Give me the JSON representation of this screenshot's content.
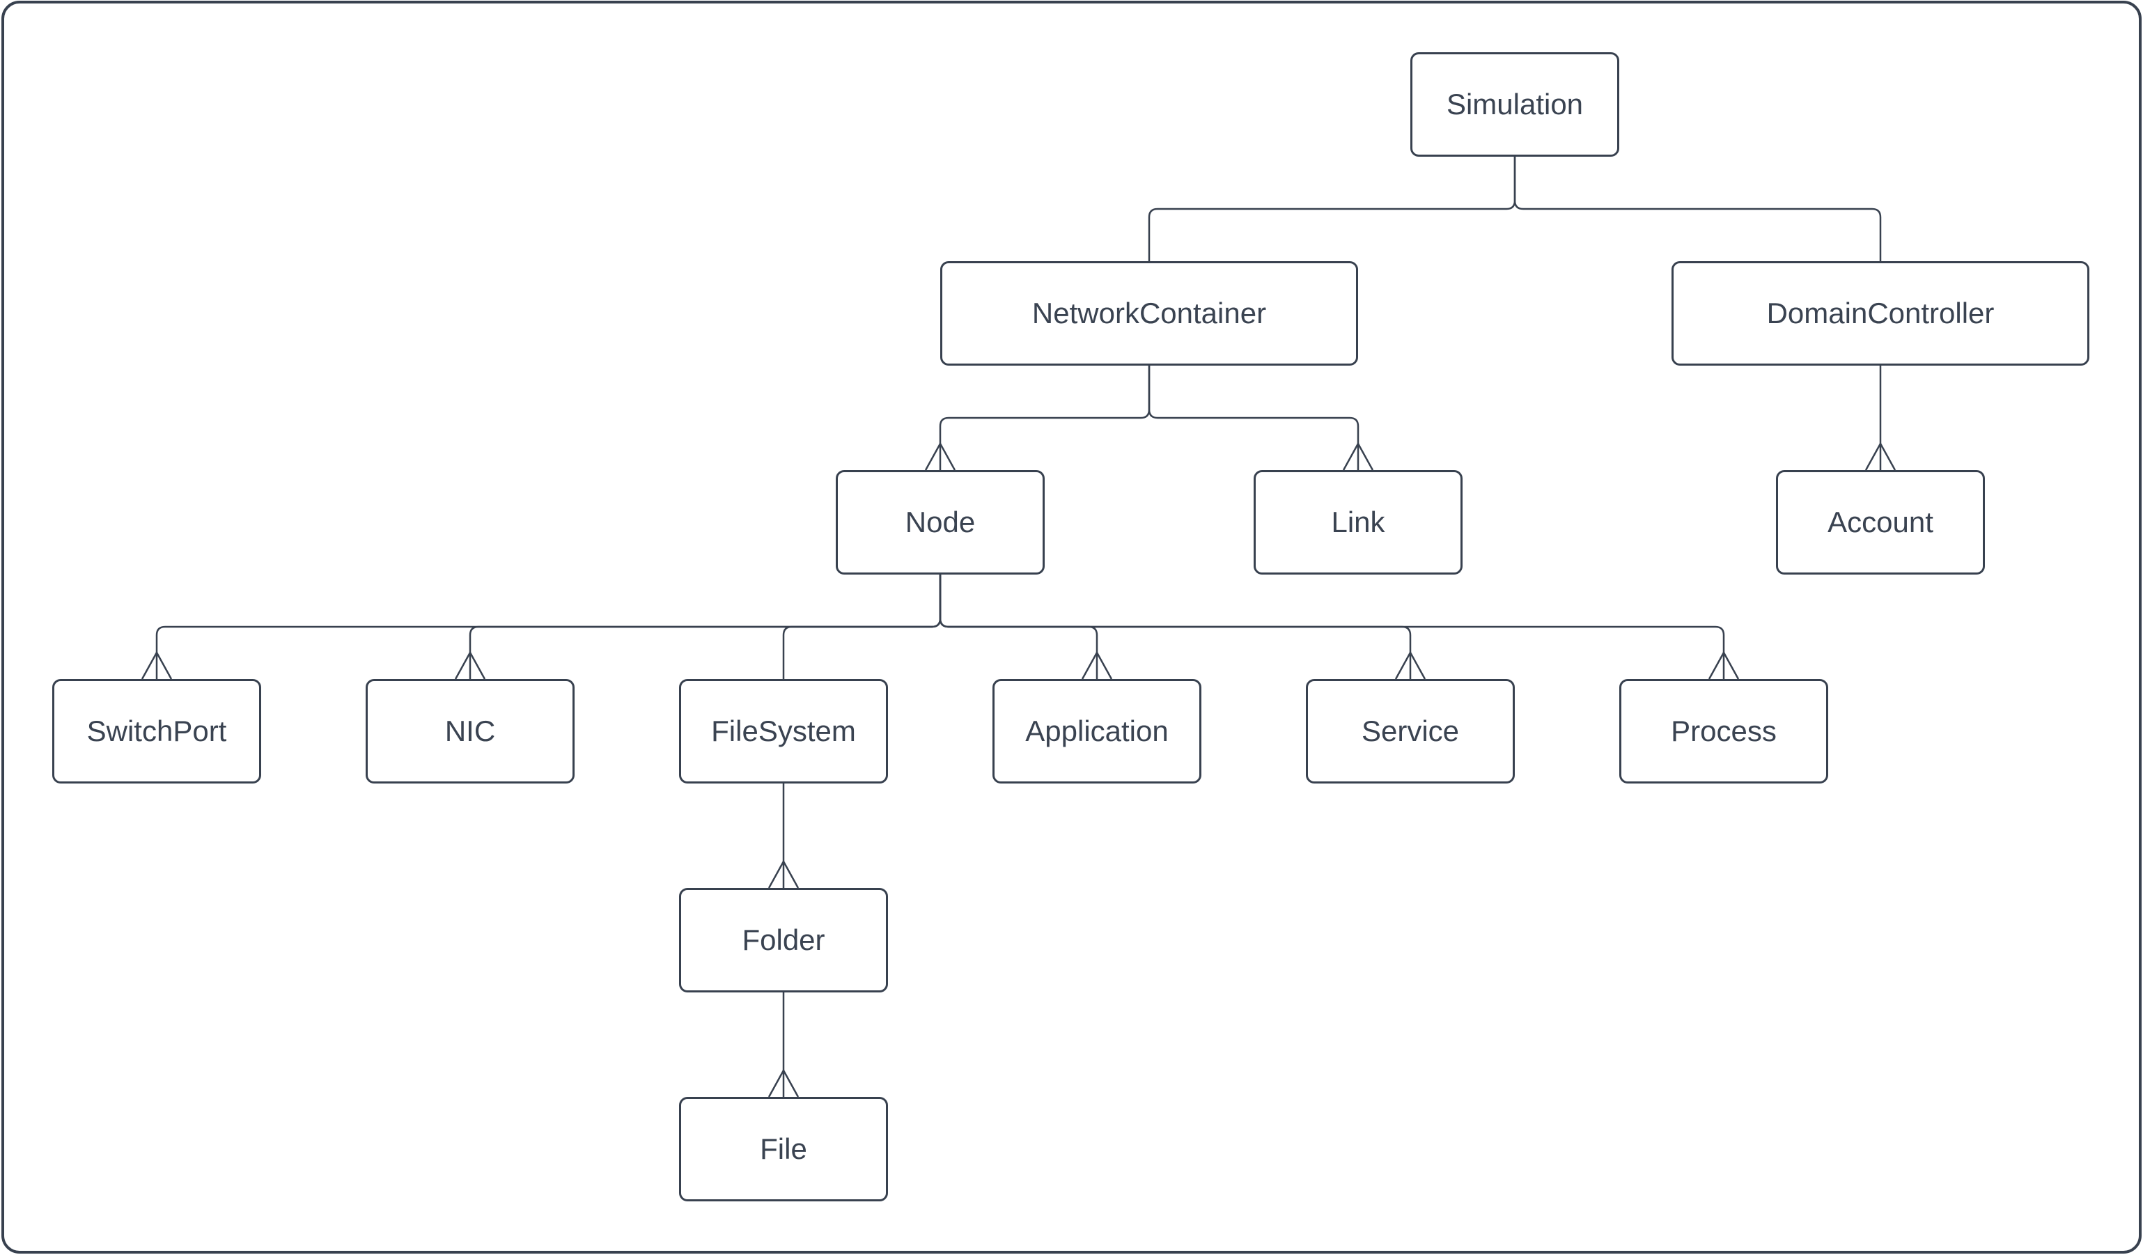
{
  "diagram": {
    "type": "hierarchy-tree",
    "colors": {
      "line": "#38414f",
      "text": "#3a4351",
      "shape_fill": "#ffffff",
      "background": "#ffffff"
    },
    "arrowhead_style": "open-chevron-pointing-up-at-child-top",
    "nodes": [
      {
        "id": "simulation",
        "label": "Simulation"
      },
      {
        "id": "network-container",
        "label": "NetworkContainer"
      },
      {
        "id": "domain-controller",
        "label": "DomainController"
      },
      {
        "id": "node",
        "label": "Node"
      },
      {
        "id": "link",
        "label": "Link"
      },
      {
        "id": "account",
        "label": "Account"
      },
      {
        "id": "switch-port",
        "label": "SwitchPort"
      },
      {
        "id": "nic",
        "label": "NIC"
      },
      {
        "id": "file-system",
        "label": "FileSystem"
      },
      {
        "id": "application",
        "label": "Application"
      },
      {
        "id": "service",
        "label": "Service"
      },
      {
        "id": "process",
        "label": "Process"
      },
      {
        "id": "folder",
        "label": "Folder"
      },
      {
        "id": "file",
        "label": "File"
      }
    ],
    "edges": [
      {
        "from": "Simulation",
        "to": "NetworkContainer",
        "arrowhead": false
      },
      {
        "from": "Simulation",
        "to": "DomainController",
        "arrowhead": false
      },
      {
        "from": "NetworkContainer",
        "to": "Node",
        "arrowhead": true
      },
      {
        "from": "NetworkContainer",
        "to": "Link",
        "arrowhead": true
      },
      {
        "from": "DomainController",
        "to": "Account",
        "arrowhead": true
      },
      {
        "from": "Node",
        "to": "SwitchPort",
        "arrowhead": true
      },
      {
        "from": "Node",
        "to": "NIC",
        "arrowhead": true
      },
      {
        "from": "Node",
        "to": "FileSystem",
        "arrowhead": false
      },
      {
        "from": "Node",
        "to": "Application",
        "arrowhead": true
      },
      {
        "from": "Node",
        "to": "Service",
        "arrowhead": true
      },
      {
        "from": "Node",
        "to": "Process",
        "arrowhead": true
      },
      {
        "from": "FileSystem",
        "to": "Folder",
        "arrowhead": true
      },
      {
        "from": "Folder",
        "to": "File",
        "arrowhead": true
      }
    ]
  }
}
